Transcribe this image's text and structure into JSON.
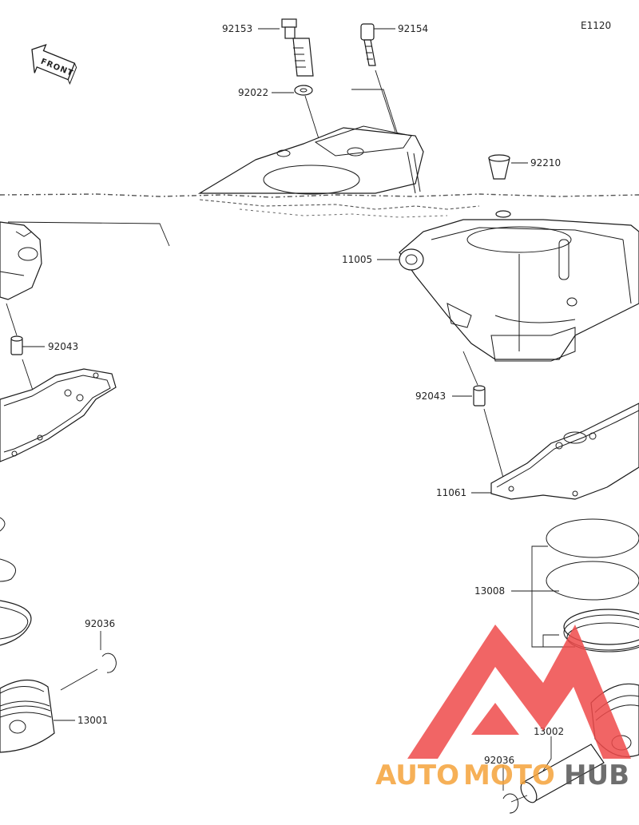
{
  "diagram_code": "E1120",
  "front_label": "FRONT",
  "parts": {
    "bolt_a": "92153",
    "bolt_b": "92154",
    "washer": "92022",
    "cap": "92210",
    "cylinder": "11005",
    "dowel_left": "92043",
    "dowel_right": "92043",
    "gasket": "11061",
    "ring_set": "13008",
    "circlip_left": "92036",
    "piston_left": "13001",
    "pin": "13002",
    "circlip_right": "92036"
  },
  "watermark": {
    "text_a": "AUTO",
    "text_b": "MOTO",
    "text_c": "HUB",
    "colors": {
      "red": "#ef4b4b",
      "orange": "#f5a33a",
      "gray": "#555555"
    }
  }
}
